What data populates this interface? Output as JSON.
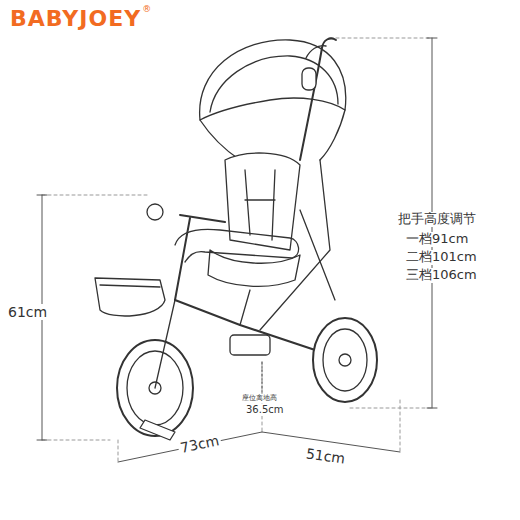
{
  "diagram": {
    "labels": [
      "BABYJOEY",
      "®",
      "把手高度调节",
      "一档91cm",
      "二档101cm",
      "三档106cm",
      "61cm",
      "座位离地高",
      "36.5cm",
      "73cm",
      "51cm"
    ]
  }
}
